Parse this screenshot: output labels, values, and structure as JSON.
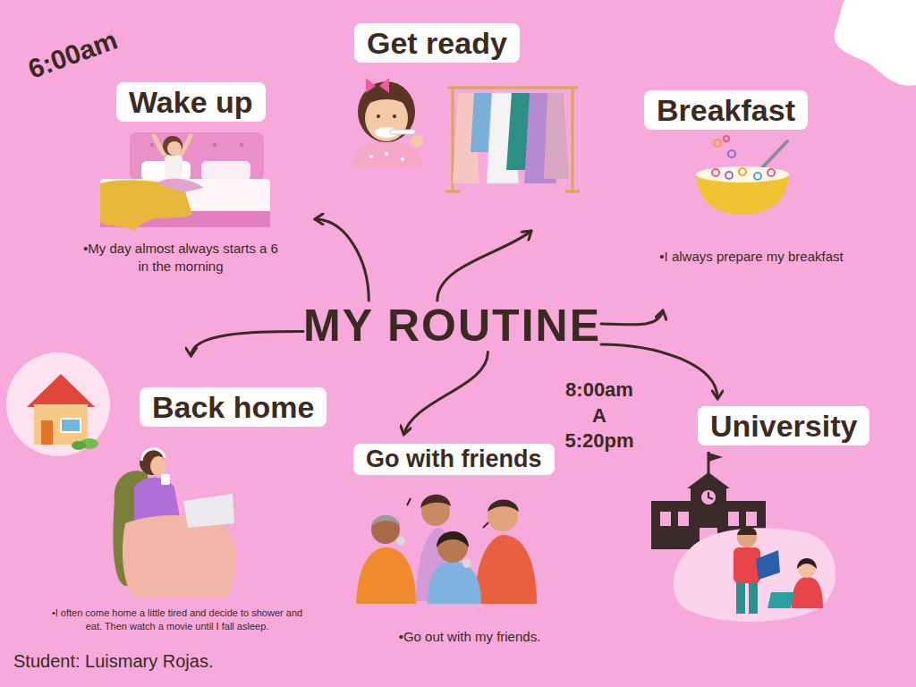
{
  "diagram": {
    "nodes": [
      {
        "text": [
          "6:00am"
        ]
      },
      {
        "text": [
          "Wake up",
          "•My day almost always starts a 6 in the morning"
        ]
      },
      {
        "text": [
          "Get ready"
        ]
      },
      {
        "text": [
          "Breakfast",
          "•I always prepare my breakfast"
        ]
      },
      {
        "text": [
          "MY ROUTINE"
        ]
      },
      {
        "text": [
          "Back home",
          "•I often come home a little tired and decide to shower and eat. Then watch a movie until I fall asleep."
        ]
      },
      {
        "text": [
          "Go with friends",
          "•Go out with my friends."
        ]
      },
      {
        "text": [
          "8:00am A 5:20pm"
        ]
      },
      {
        "text": [
          "University"
        ]
      }
    ],
    "edges": [
      {
        "from": 4,
        "to": 1,
        "arrow": "to"
      },
      {
        "from": 4,
        "to": 2,
        "arrow": "to"
      },
      {
        "from": 4,
        "to": 3,
        "arrow": "to"
      },
      {
        "from": 4,
        "to": 5,
        "arrow": "to"
      },
      {
        "from": 4,
        "to": 6,
        "arrow": "to"
      },
      {
        "from": 4,
        "to": 8,
        "arrow": "to"
      }
    ],
    "labels": [
      "Student: Luismary Rojas."
    ]
  }
}
